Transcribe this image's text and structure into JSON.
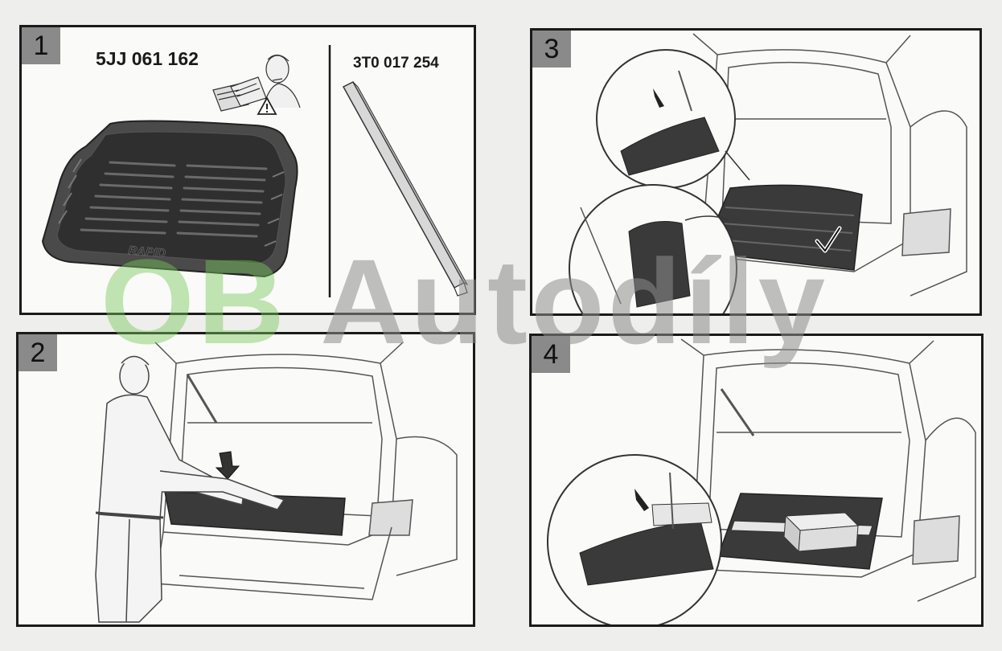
{
  "panels": [
    {
      "number": "1",
      "part_number_mat": "5JJ 061 162",
      "part_number_bar": "3T0 017 254",
      "mat_embossing": "RAPID"
    },
    {
      "number": "2"
    },
    {
      "number": "3"
    },
    {
      "number": "4"
    }
  ],
  "watermark": {
    "part1": "OB",
    "part2": "Autodíly"
  },
  "icons": [
    "manual-reading-icon",
    "warning-triangle-icon",
    "check-mark-icon",
    "down-arrow-icon"
  ],
  "colors": {
    "border": "#1a1a1a",
    "number_box": "#8a8a8a",
    "mat": "#3a3a3a",
    "watermark_green": "#78c85a",
    "watermark_gray": "#8c8c8c"
  }
}
